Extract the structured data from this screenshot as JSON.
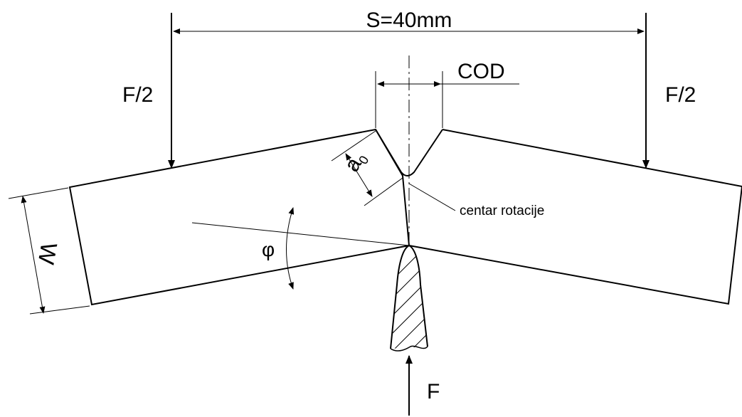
{
  "labels": {
    "span": "S=40mm",
    "load_left": "F/2",
    "load_right": "F/2",
    "cod": "COD",
    "notch_depth_main": "a",
    "notch_depth_sub": "0",
    "rotation_center": "centar rotacije",
    "angle": "φ",
    "width": "W",
    "force": "F"
  }
}
